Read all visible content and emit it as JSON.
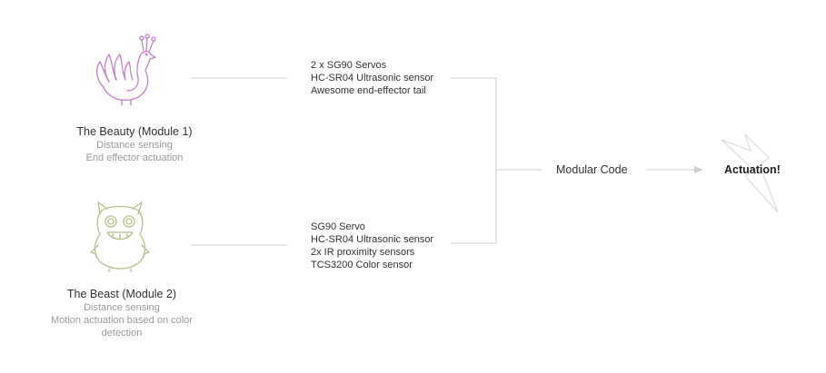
{
  "modules": [
    {
      "title": "The Beauty (Module 1)",
      "lines": [
        "Distance sensing",
        "End effector actuation"
      ],
      "icon": "peacock-icon",
      "icon_color": "#c77dd1"
    },
    {
      "title": "The Beast (Module 2)",
      "lines": [
        "Distance sensing",
        "Motion actuation based on color",
        "detection"
      ],
      "icon": "monster-icon",
      "icon_color": "#b5c28c"
    }
  ],
  "components": [
    [
      "2 x SG90 Servos",
      "HC-SR04 Ultrasonic sensor",
      "Awesome end-effector tail"
    ],
    [
      "SG90 Servo",
      "HC-SR04 Ultrasonic sensor",
      "2x IR proximity sensors",
      "TCS3200 Color sensor"
    ]
  ],
  "center": {
    "label": "Modular Code"
  },
  "output": {
    "label": "Actuation!",
    "icon": "lightning-bolt-icon"
  },
  "colors": {
    "line": "#cfcfcf",
    "text": "#333333",
    "muted": "#9a9a9a"
  }
}
